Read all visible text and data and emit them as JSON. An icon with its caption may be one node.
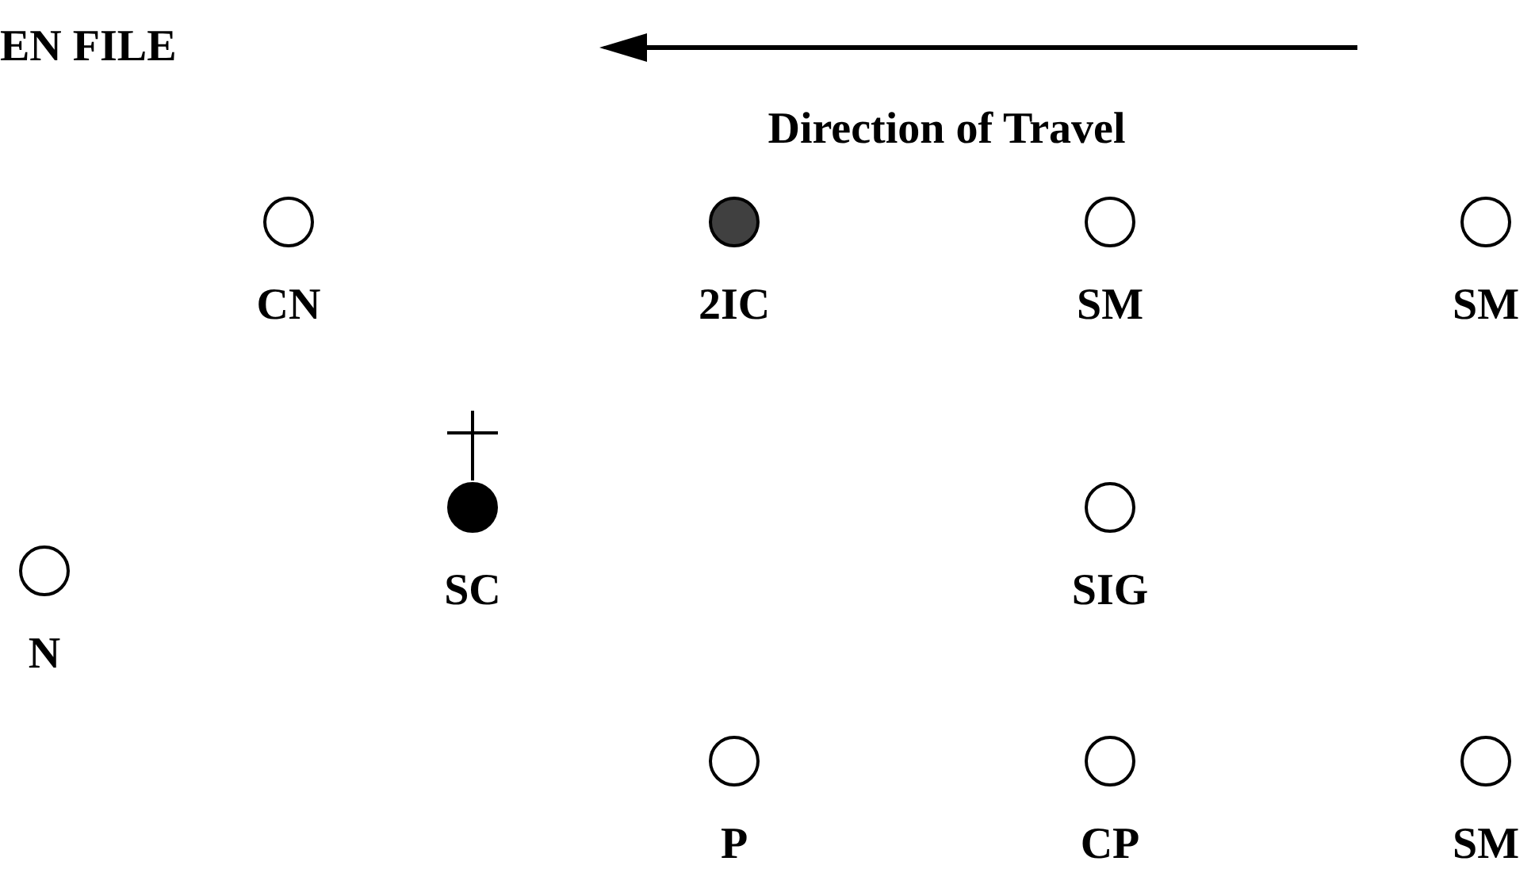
{
  "diagram": {
    "title": "EN FILE",
    "nodes": [
      {
        "text": [
          "CN"
        ]
      },
      {
        "text": [
          "2IC"
        ]
      },
      {
        "text": [
          "SM"
        ]
      },
      {
        "text": [
          "SM"
        ]
      },
      {
        "text": [
          "SC"
        ]
      },
      {
        "text": [
          "SIG"
        ]
      },
      {
        "text": [
          "N"
        ]
      },
      {
        "text": [
          "P"
        ]
      },
      {
        "text": [
          "CP"
        ]
      },
      {
        "text": [
          "SM"
        ]
      }
    ],
    "labels": [
      "Direction of Travel"
    ]
  }
}
